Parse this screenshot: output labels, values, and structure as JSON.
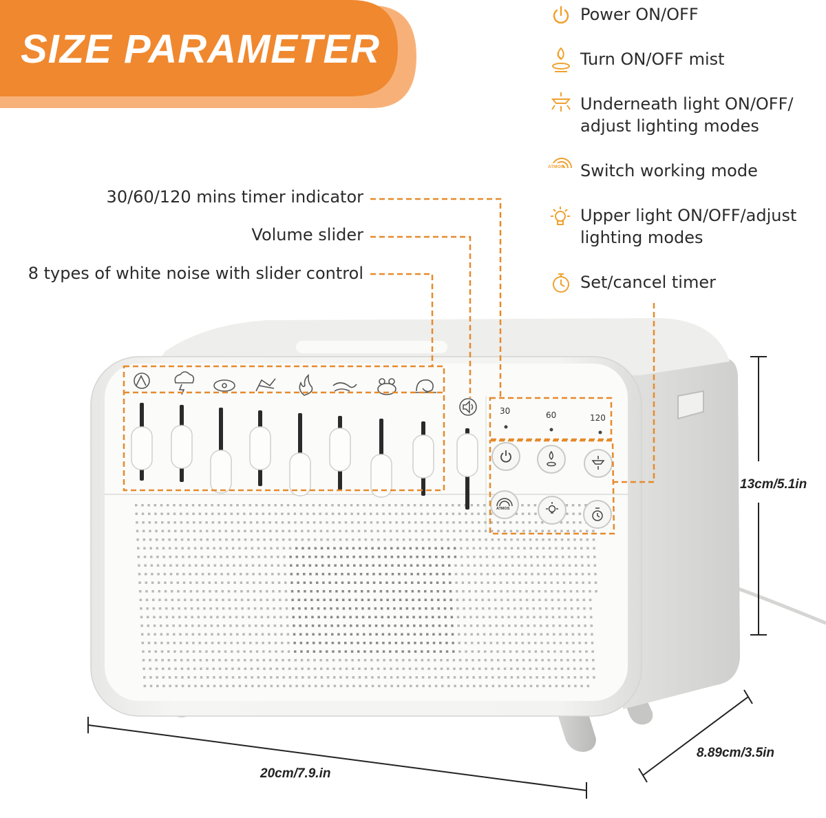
{
  "banner": {
    "title": "SIZE PARAMETER"
  },
  "features": [
    {
      "icon": "power-icon",
      "text": "Power ON/OFF"
    },
    {
      "icon": "mist-icon",
      "text": "Turn ON/OFF mist"
    },
    {
      "icon": "underneath-light-icon",
      "text": "Underneath light ON/OFF/\nadjust lighting modes"
    },
    {
      "icon": "mode-icon",
      "text": "Switch working mode"
    },
    {
      "icon": "upper-light-icon",
      "text": "Upper light ON/OFF/adjust\nlighting modes"
    },
    {
      "icon": "timer-icon",
      "text": "Set/cancel timer"
    }
  ],
  "callouts": {
    "timer_indicator": "30/60/120 mins timer indicator",
    "volume_slider": "Volume slider",
    "white_noise": "8 types of white noise with slider control"
  },
  "device": {
    "timer_labels": [
      "30",
      "60",
      "120"
    ],
    "mode_button_text": "ATMOS",
    "noise_icons": [
      "mountain-stream-icon",
      "thunderstorm-icon",
      "fan-icon",
      "bird-icon",
      "fire-icon",
      "wind-icon",
      "frog-icon",
      "snail-icon"
    ],
    "volume_icon": "speaker-icon"
  },
  "dimensions": {
    "height": "13cm/5.1in",
    "width": "20cm/7.9.in",
    "depth": "8.89cm/3.5in"
  },
  "colors": {
    "accent": "#f0882f",
    "accent_light": "#f7b178",
    "device_body": "#f3f3f1",
    "device_panel": "#fbfbfa"
  }
}
